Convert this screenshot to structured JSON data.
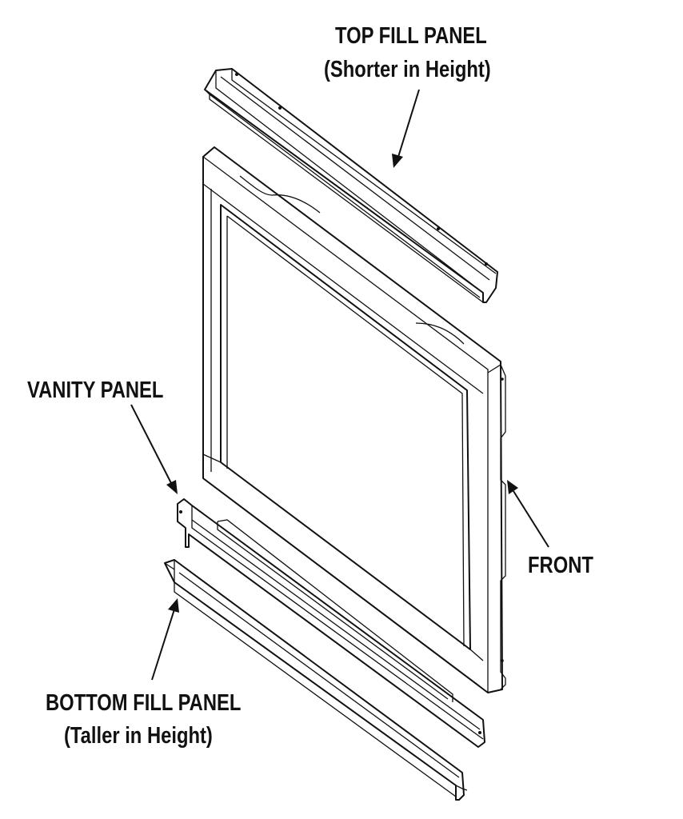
{
  "labels": {
    "top_fill_panel": "TOP FILL PANEL",
    "top_fill_panel_note": "(Shorter in Height)",
    "vanity_panel": "VANITY PANEL",
    "front": "FRONT",
    "bottom_fill_panel": "BOTTOM FILL PANEL",
    "bottom_fill_panel_note": "(Taller in Height)"
  }
}
